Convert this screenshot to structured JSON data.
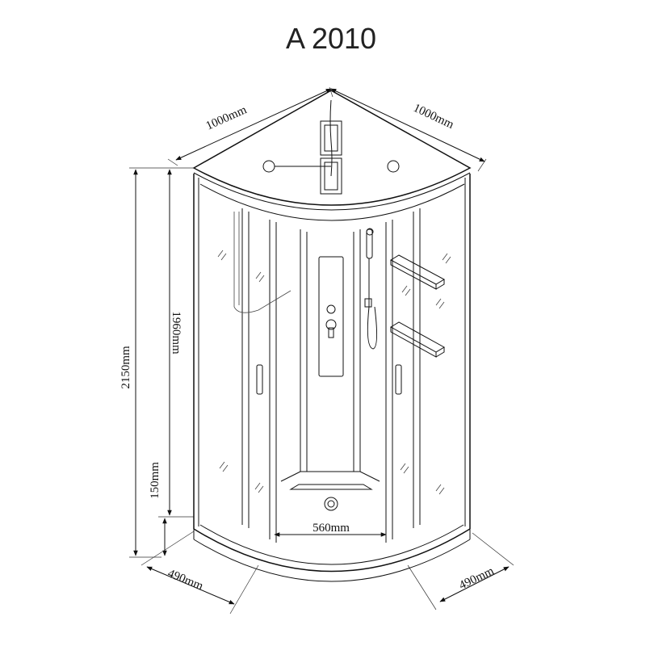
{
  "title": "A 2010",
  "dimensions": {
    "top_left_width": "1000mm",
    "top_right_width": "1000mm",
    "total_height": "2150mm",
    "cabin_height": "1960mm",
    "tray_height": "150mm",
    "bottom_left_depth": "490mm",
    "bottom_right_depth": "490mm",
    "door_opening": "560mm"
  }
}
